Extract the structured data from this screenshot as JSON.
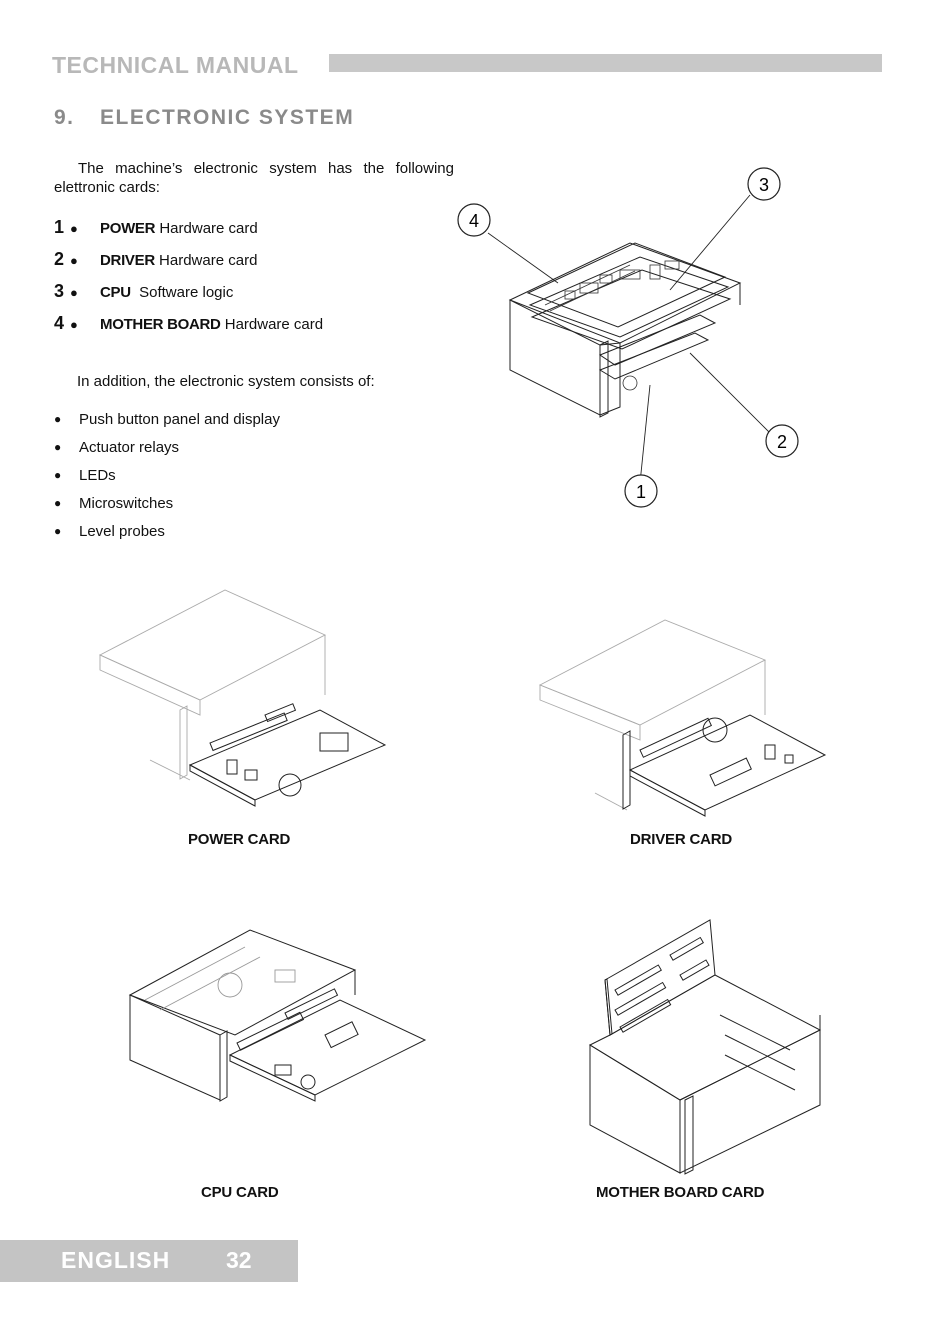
{
  "header": {
    "title": "TECHNICAL MANUAL"
  },
  "section": {
    "number": "9.",
    "title": "ELECTRONIC SYSTEM"
  },
  "intro": "The machine’s electronic system has the following elettronic cards:",
  "cards": [
    {
      "num": "1",
      "name": "POWER",
      "desc": "Hardware card"
    },
    {
      "num": "2",
      "name": "DRIVER",
      "desc": "Hardware card"
    },
    {
      "num": "3",
      "name": "CPU",
      "desc": "Software logic"
    },
    {
      "num": "4",
      "name": "MOTHER BOARD",
      "desc": "Hardware card"
    }
  ],
  "addition": "In addition, the electronic system consists of:",
  "bullets": [
    "Push button panel and display",
    "Actuator relays",
    "LEDs",
    "Microswitches",
    "Level probes"
  ],
  "callouts": [
    "1",
    "2",
    "3",
    "4"
  ],
  "captions": {
    "power": "POWER CARD",
    "driver": "DRIVER CARD",
    "cpu": "CPU CARD",
    "mother": "MOTHER BOARD CARD"
  },
  "footer": {
    "language": "ENGLISH",
    "page": "32"
  },
  "colors": {
    "header_text": "#b8b8b8",
    "header_bar": "#c8c8c8",
    "section_title": "#8a8a8a",
    "footer_bg": "#c4c4c4"
  }
}
